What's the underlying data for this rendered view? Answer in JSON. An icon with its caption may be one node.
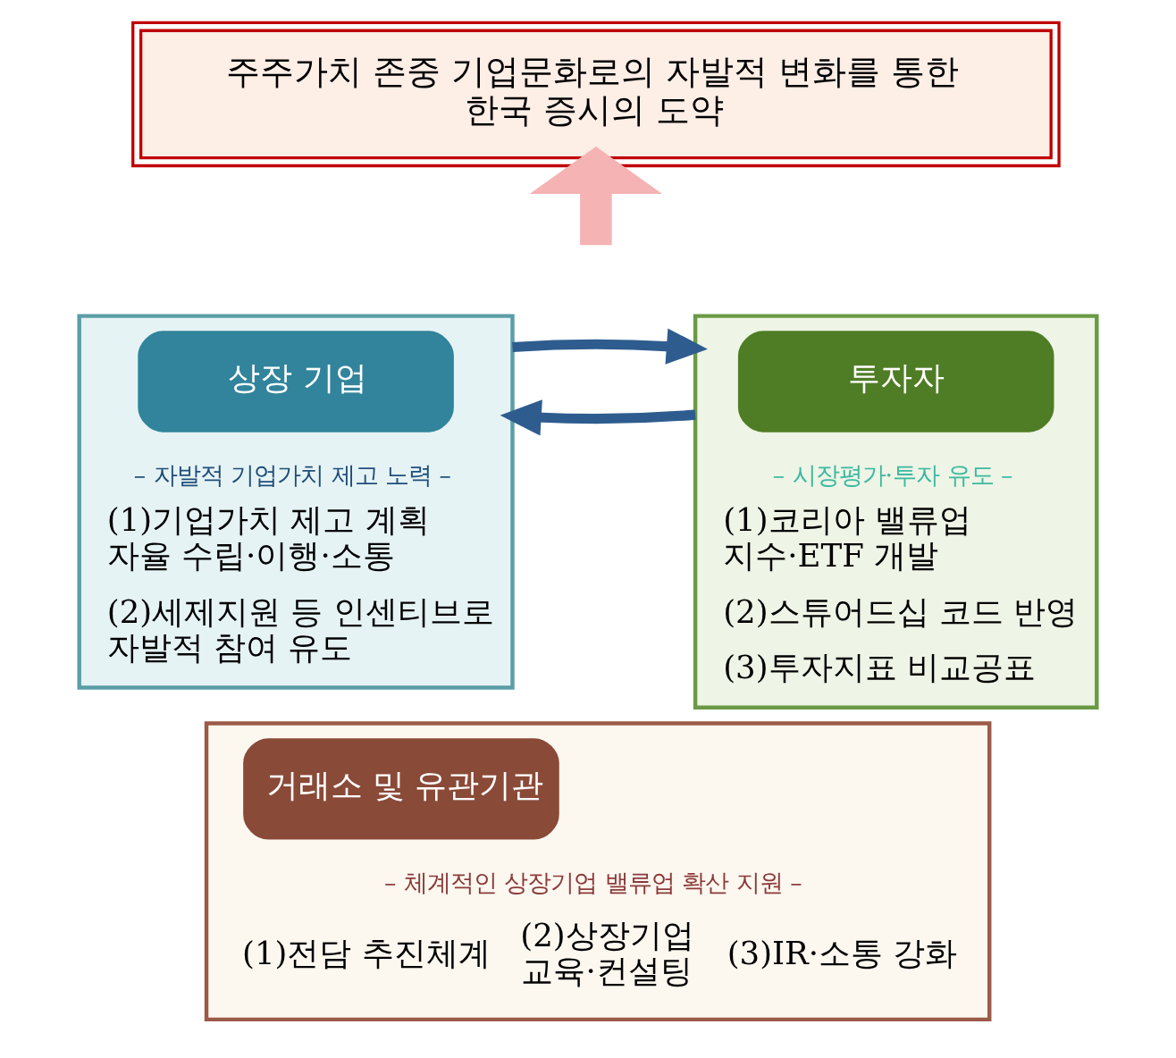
{
  "diagram": {
    "nodes": [
      {
        "text": [
          "주주가치 존중 기업문화로의 자발적 변화를 통한 한국 증시의 도약"
        ]
      },
      {
        "text": [
          "– 자발적 기업가치 제고 노력 –",
          "(1)기업가치 제고 계획 자율 수립·이행·소통",
          "(2)세제지원 등 인센티브로 자발적 참여 유도"
        ]
      },
      {
        "text": [
          "상장 기업"
        ],
        "in": 1
      },
      {
        "text": [
          "– 시장평가·투자 유도 –",
          "(1)코리아 밸류업 지수·ETF 개발",
          "(2)스튜어드십 코드 반영",
          "(3)투자지표 비교공표"
        ]
      },
      {
        "text": [
          "투자자"
        ],
        "in": 3
      },
      {
        "text": [
          "– 체계적인 상장기업 밸류업 확산 지원 –",
          "(1)전담 추진체계",
          "(2)상장기업 교육·컨설팅",
          "(3)IR·소통 강화"
        ]
      },
      {
        "text": [
          "거래소 및 유관기관"
        ],
        "in": 5
      }
    ],
    "edges": [
      {
        "from": null,
        "to": 0,
        "arrow": "to",
        "style": "thick",
        "color": "#f5b3b3"
      },
      {
        "from": 1,
        "to": 3,
        "arrow": "to",
        "color": "#2e5c8f"
      },
      {
        "from": 3,
        "to": 1,
        "arrow": "to",
        "color": "#2e5c8f"
      }
    ]
  }
}
